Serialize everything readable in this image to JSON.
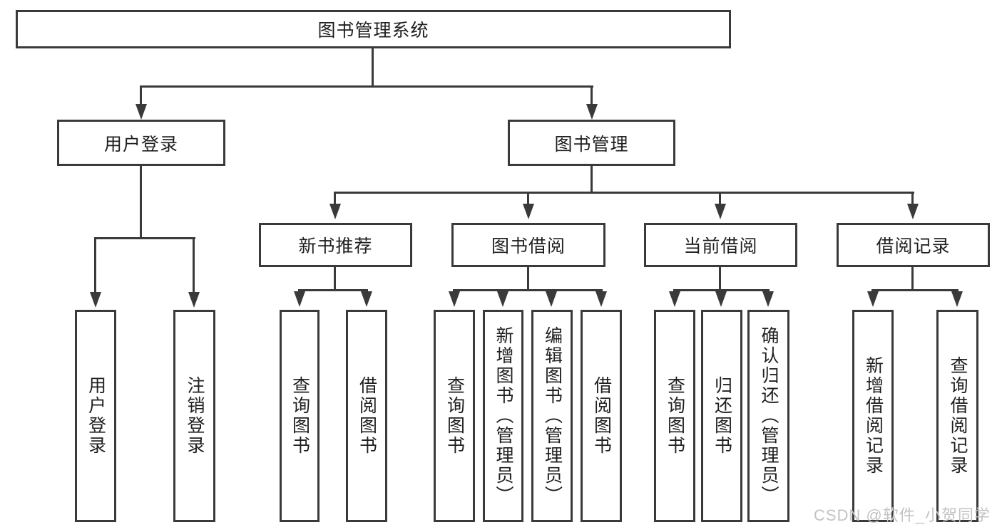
{
  "diagram": {
    "type": "hierarchy-tree",
    "title": "图书管理系统"
  },
  "colors": {
    "line": "#3a3a3a",
    "node_border": "#3a3a3a",
    "text": "#1f1f1f",
    "background": "#ffffff",
    "watermark": "#c3c3c3"
  },
  "tree": {
    "root": {
      "label": "图书管理系统",
      "children": [
        {
          "label": "用户登录",
          "children": [
            {
              "label": "用户登录"
            },
            {
              "label": "注销登录"
            }
          ]
        },
        {
          "label": "图书管理",
          "children": [
            {
              "label": "新书推荐",
              "children": [
                {
                  "label": "查询图书"
                },
                {
                  "label": "借阅图书"
                }
              ]
            },
            {
              "label": "图书借阅",
              "children": [
                {
                  "label": "查询图书"
                },
                {
                  "label": "新增图书（管理员）"
                },
                {
                  "label": "编辑图书（管理员）"
                },
                {
                  "label": "借阅图书"
                }
              ]
            },
            {
              "label": "当前借阅",
              "children": [
                {
                  "label": "查询图书"
                },
                {
                  "label": "归还图书"
                },
                {
                  "label": "确认归还（管理员）"
                }
              ]
            },
            {
              "label": "借阅记录",
              "children": [
                {
                  "label": "新增借阅记录"
                },
                {
                  "label": "查询借阅记录"
                }
              ]
            }
          ]
        }
      ]
    }
  },
  "watermark": {
    "text": "CSDN @软件_小贺同学"
  }
}
